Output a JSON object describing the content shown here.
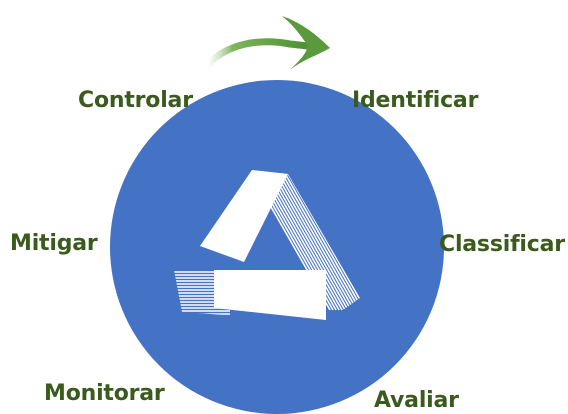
{
  "steps": {
    "controlar": "Controlar",
    "identificar": "Identificar",
    "mitigar": "Mitigar",
    "classificar": "Classificar",
    "monitorar": "Monitorar",
    "avaliar": "Avaliar"
  },
  "colors": {
    "circle": "#4472c4",
    "label_text": "#3a5a1e",
    "arrow": "#5a9a3c",
    "logo": "#ffffff"
  },
  "icons": {
    "cycle_arrow": "curved-arrow-right-icon",
    "logo": "triangle-logo-icon"
  }
}
